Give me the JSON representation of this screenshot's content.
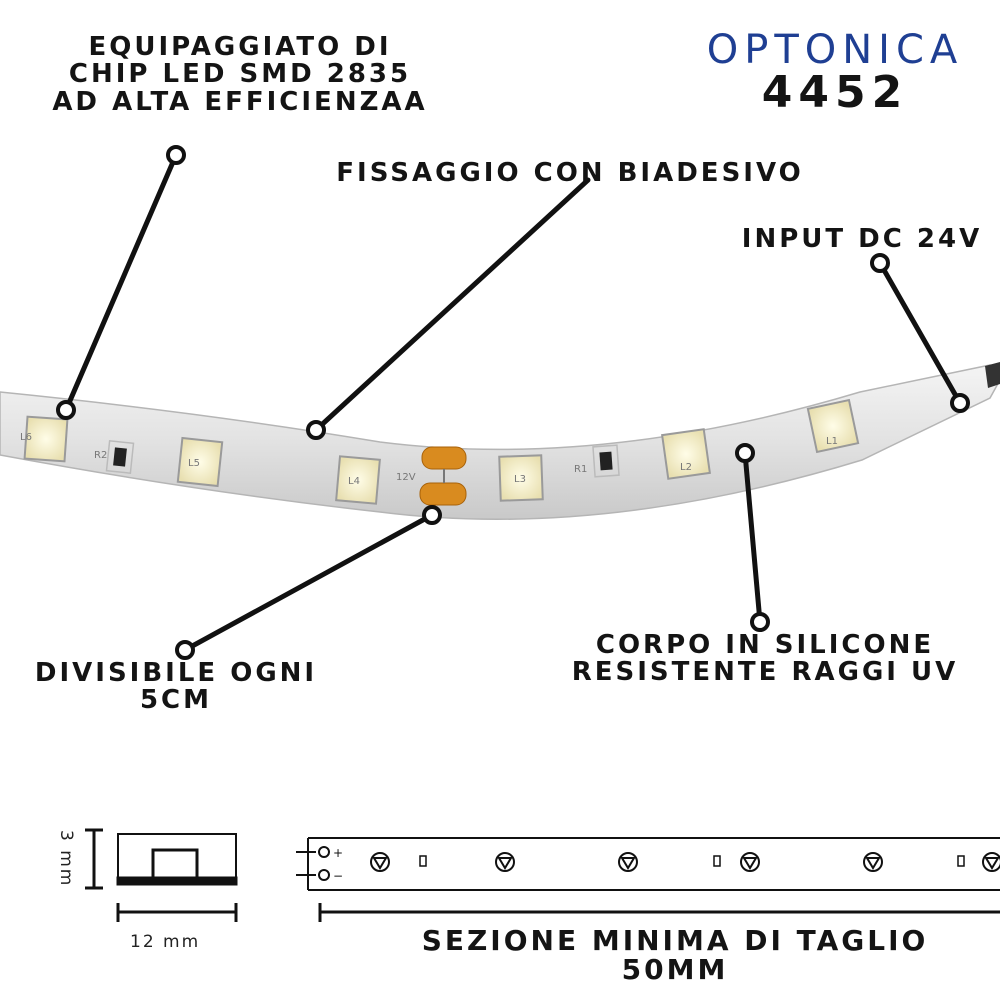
{
  "brand": {
    "name": "OPTONICA",
    "code": "4452",
    "color": "#1f3f93"
  },
  "callouts": {
    "chip": {
      "line1": "EQUIPAGGIATO DI",
      "line2": "CHIP LED SMD 2835",
      "line3": "AD ALTA EFFICIENZAA"
    },
    "adhesive": "FISSAGGIO CON BIADESIVO",
    "input": "INPUT DC 24V",
    "divisible": {
      "line1": "DIVISIBILE OGNI",
      "line2": "5CM"
    },
    "body": {
      "line1": "CORPO IN SILICONE",
      "line2": "RESISTENTE RAGGI UV"
    }
  },
  "strip_markings": {
    "leds": [
      "L1",
      "L2",
      "L3",
      "L4",
      "L5",
      "L6"
    ],
    "resistors": [
      "R1",
      "R2"
    ],
    "voltage": "12V"
  },
  "section_diagram": {
    "height": "3 mm",
    "width": "12 mm"
  },
  "cut_section": {
    "line1": "SEZIONE MINIMA DI TAGLIO",
    "line2": "50MM"
  }
}
